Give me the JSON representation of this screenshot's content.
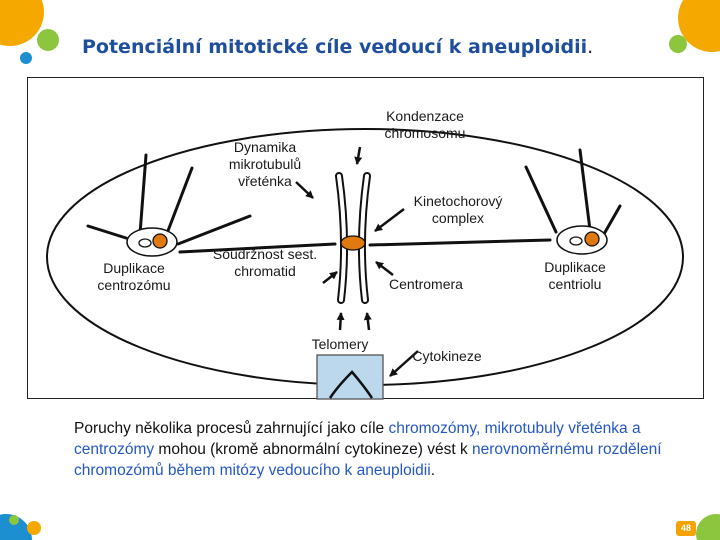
{
  "title": "Potenciální mitotické cíle vedoucí k aneuploidii",
  "title_punct": ".",
  "labels": {
    "kondenzace": [
      "Kondenzace",
      "chromosomu"
    ],
    "dynamika": [
      "Dynamika",
      "mikrotubulů",
      "vřeténka"
    ],
    "kinetochorovy": [
      "Kinetochorový",
      "complex"
    ],
    "duplikace_centrozomu": [
      "Duplikace",
      "centrozómu"
    ],
    "soudrznost": [
      "Soudržnost sest.",
      "chromatid"
    ],
    "centromera": "Centromera",
    "duplikace_centriolu": [
      "Duplikace",
      "centriolu"
    ],
    "telomery": "Telomery",
    "cytokineze": "Cytokineze"
  },
  "caption": {
    "p1": "Poruchy několika procesů zahrnující jako  cíle ",
    "h1": "chromozómy, mikrotubuly vřeténka a centrozómy",
    "p2": " mohou (kromě abnormální cytokineze) vést k ",
    "h2": "nerovnoměrnému rozdělení chromozómů během mitózy vedoucího k aneuploidii",
    "p3": "."
  },
  "page_number": "48",
  "colors": {
    "title": "#1f4e9c",
    "highlight": "#2457c5",
    "centrosome_orange": "#e07a10",
    "telomere_box": "#bcd8ec",
    "page_badge": "#f4a300"
  }
}
